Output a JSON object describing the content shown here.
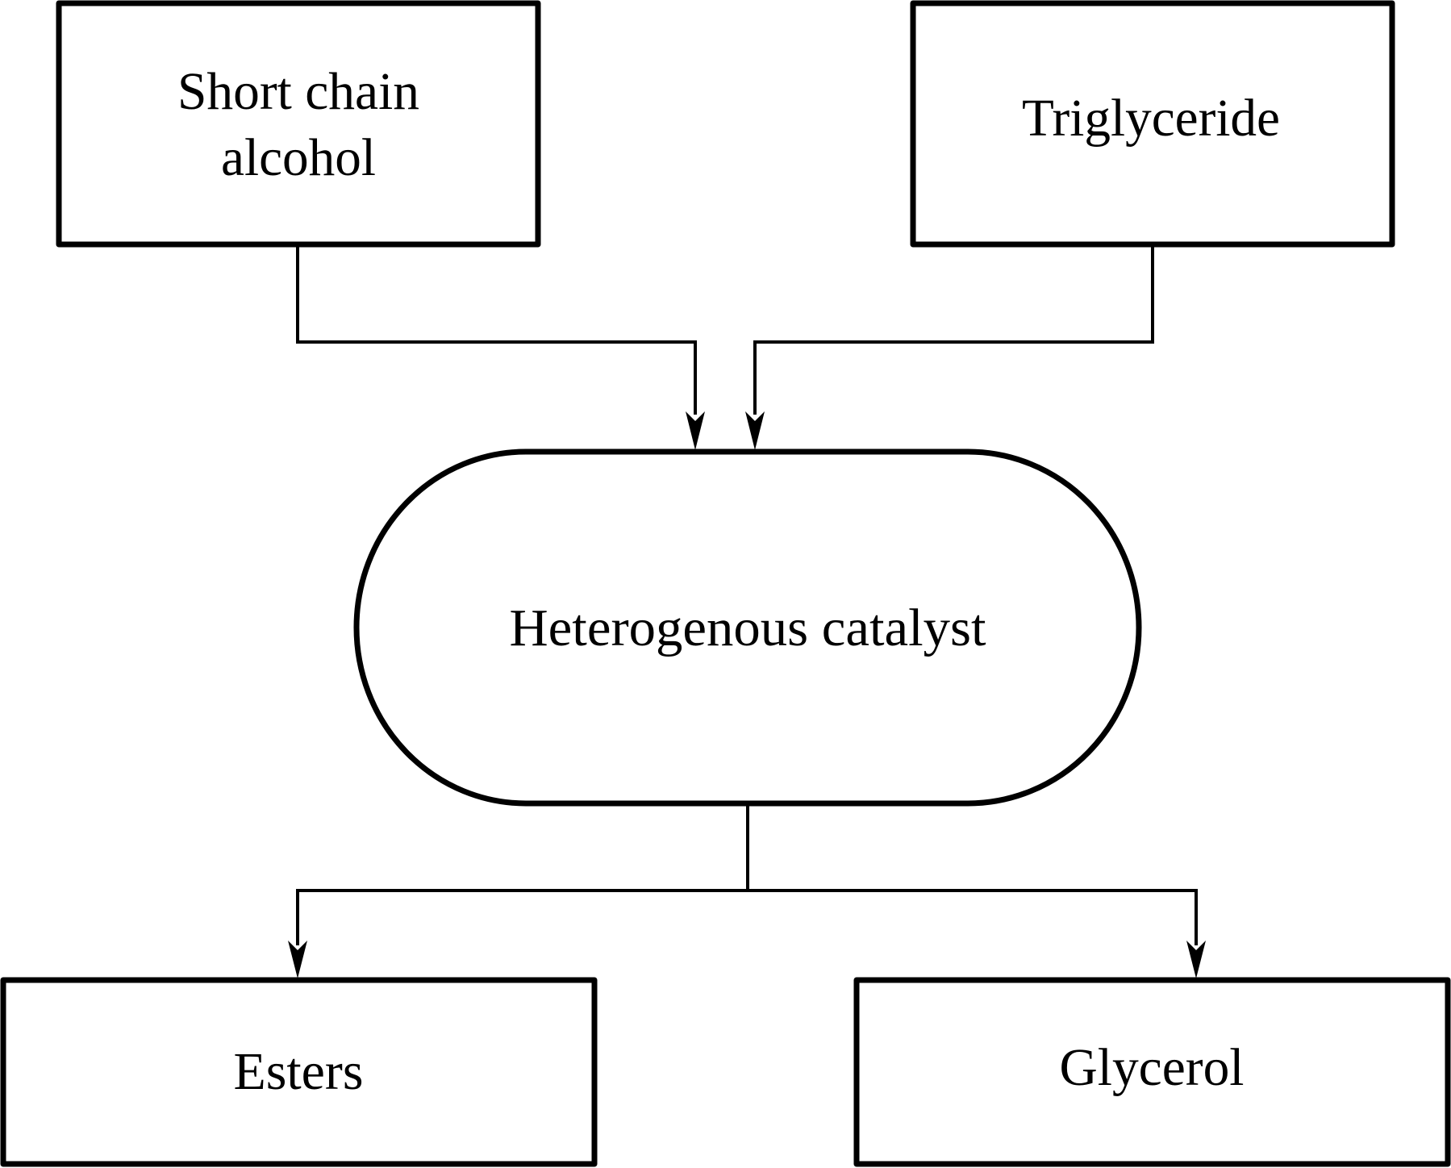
{
  "diagram": {
    "type": "flowchart",
    "colors": {
      "stroke": "#000000",
      "background": "#ffffff",
      "text": "#000000"
    },
    "nodes": [
      {
        "id": "alcohol",
        "shape": "rectangle",
        "label_lines": [
          "Short chain",
          "alcohol"
        ]
      },
      {
        "id": "triglyceride",
        "shape": "rectangle",
        "label_lines": [
          "Triglyceride"
        ]
      },
      {
        "id": "catalyst",
        "shape": "stadium",
        "label_lines": [
          "Heterogenous catalyst"
        ]
      },
      {
        "id": "esters",
        "shape": "rectangle",
        "label_lines": [
          "Esters"
        ]
      },
      {
        "id": "glycerol",
        "shape": "rectangle",
        "label_lines": [
          "Glycerol"
        ]
      }
    ],
    "edges": [
      {
        "from": "alcohol",
        "to": "catalyst",
        "arrow": true
      },
      {
        "from": "triglyceride",
        "to": "catalyst",
        "arrow": true
      },
      {
        "from": "catalyst",
        "to": "esters",
        "arrow": true
      },
      {
        "from": "catalyst",
        "to": "glycerol",
        "arrow": true
      }
    ]
  }
}
